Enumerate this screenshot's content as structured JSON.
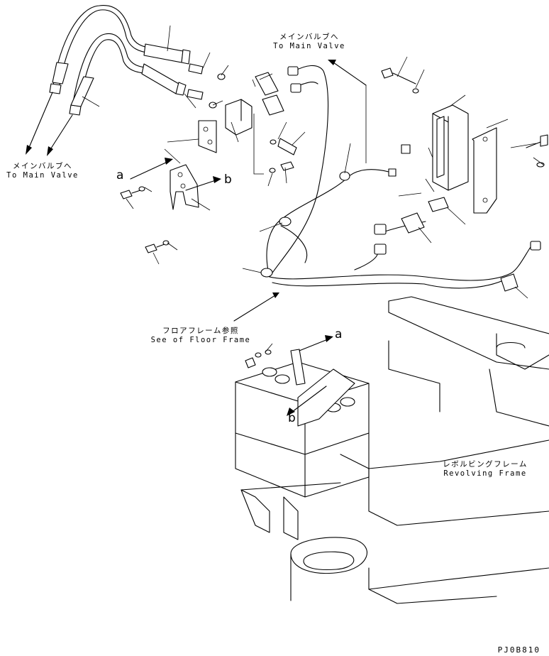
{
  "callouts": {
    "main_valve_top": {
      "jp": "メインバルブへ",
      "en": "To Main Valve"
    },
    "main_valve_left": {
      "jp": "メインバルブへ",
      "en": "To Main Valve"
    },
    "floor_frame": {
      "jp": "フロアフレーム参照",
      "en": "See of Floor Frame"
    },
    "revolving_frame": {
      "jp": "レボルビングフレーム",
      "en": "Revolving Frame"
    }
  },
  "refs": {
    "a": "a",
    "b": "b"
  },
  "drawing_code": "PJ0B810"
}
